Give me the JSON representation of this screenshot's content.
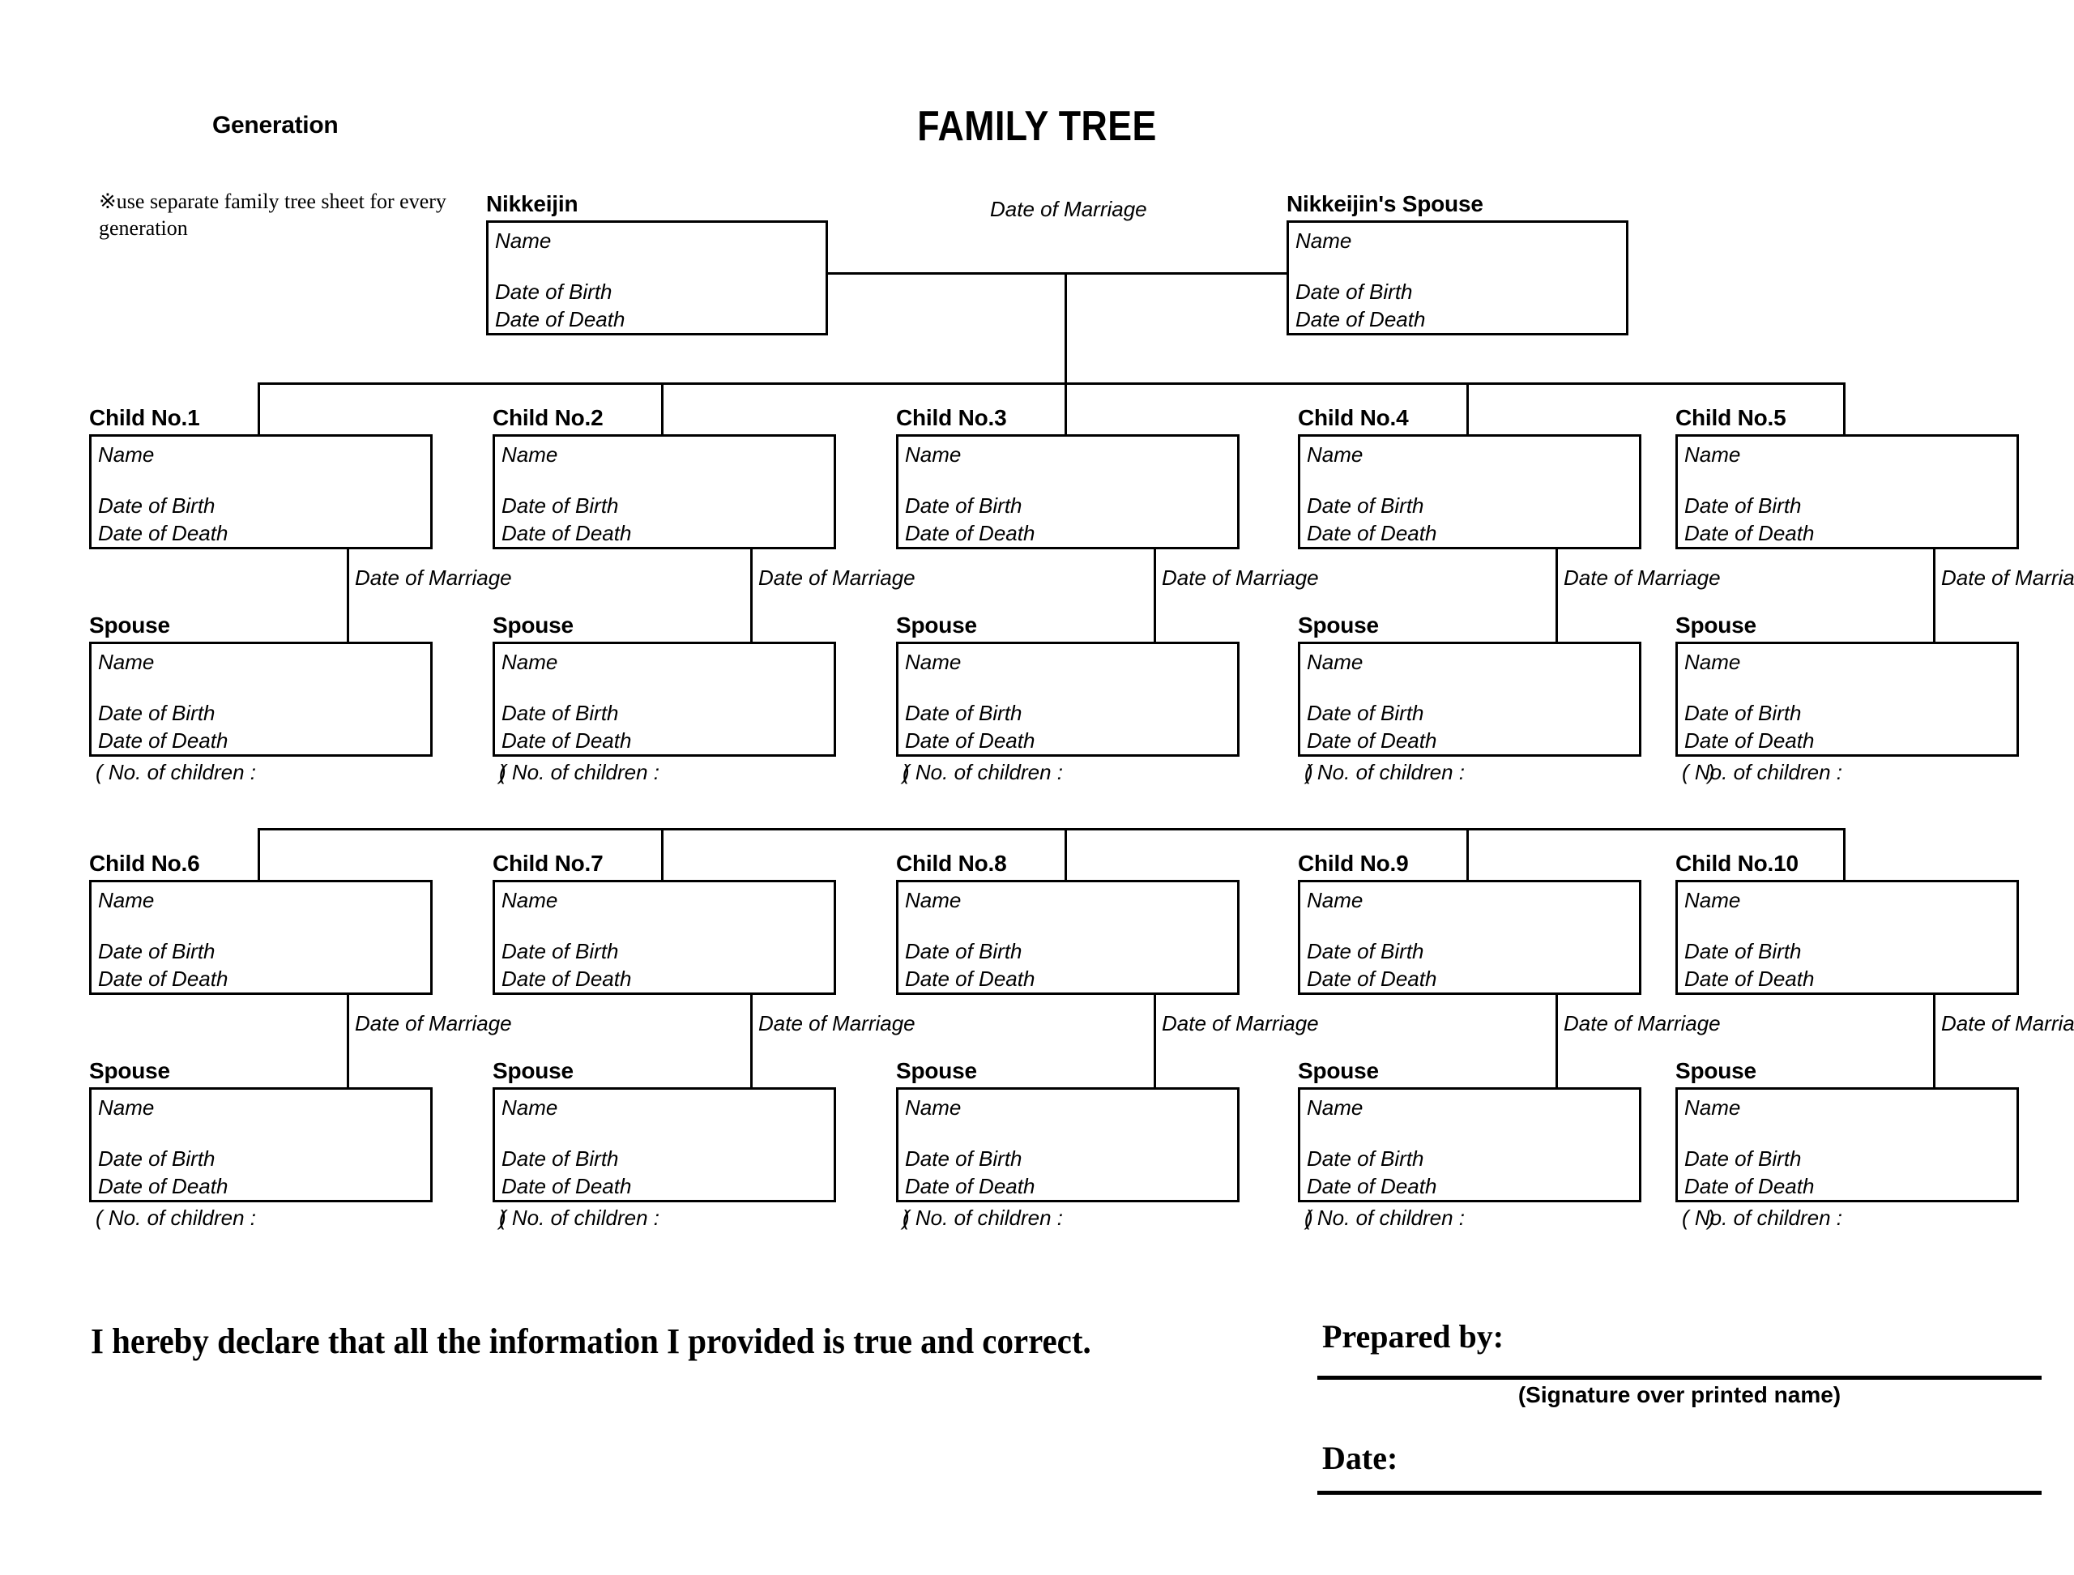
{
  "header": {
    "generation_label": "Generation",
    "title": "FAMILY TREE",
    "note": "※use separate family tree sheet for every generation"
  },
  "fields": {
    "name": "Name",
    "date_of_birth": "Date of Birth",
    "date_of_death": "Date of Death",
    "date_of_marriage": "Date of Marriage",
    "no_of_children_open": "( No. of children :",
    "no_of_children_close": ")"
  },
  "root": {
    "nikkeijin_label": "Nikkeijin",
    "spouse_label": "Nikkeijin's Spouse",
    "marriage_label": "Date of Marriage"
  },
  "spouse_label": "Spouse",
  "children": [
    {
      "label": "Child No.1"
    },
    {
      "label": "Child No.2"
    },
    {
      "label": "Child No.3"
    },
    {
      "label": "Child No.4"
    },
    {
      "label": "Child No.5"
    },
    {
      "label": "Child No.6"
    },
    {
      "label": "Child No.7"
    },
    {
      "label": "Child No.8"
    },
    {
      "label": "Child No.9"
    },
    {
      "label": "Child No.10"
    }
  ],
  "footer": {
    "declaration": "I hereby declare that all the information I provided is true and correct.",
    "prepared_by": "Prepared by:",
    "signature_caption": "(Signature over printed name)",
    "date": "Date:"
  },
  "colors": {
    "ink": "#000000",
    "paper": "#ffffff"
  }
}
